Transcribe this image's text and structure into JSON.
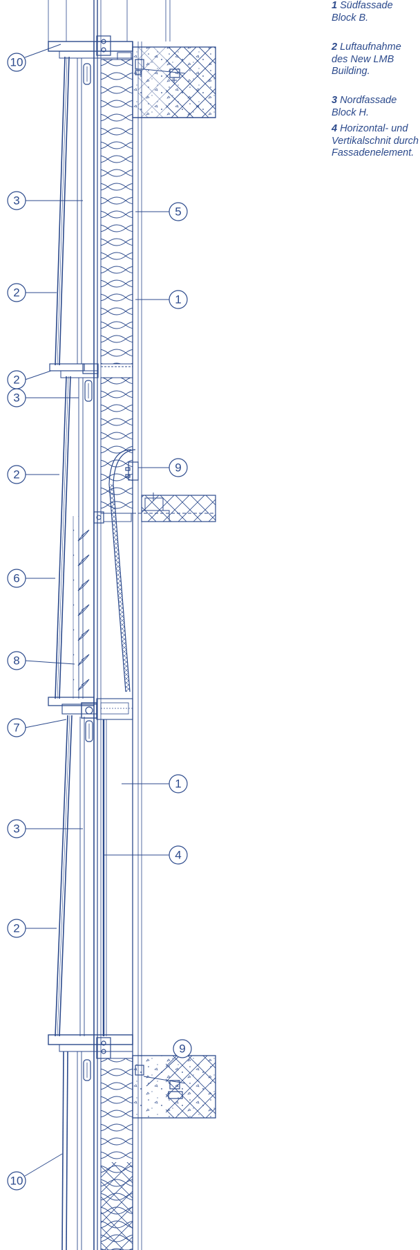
{
  "captions": [
    {
      "num": "1",
      "text": "Südfassade Block B."
    },
    {
      "num": "2",
      "text": "Luftaufnahme des New LMB Building."
    },
    {
      "num": "3",
      "text": "Nordfassade Block H."
    },
    {
      "num": "4",
      "text": "Horizontal- und Vertikalschnit durch Fassadenelement."
    }
  ],
  "callouts": [
    {
      "label": "10"
    },
    {
      "label": "3"
    },
    {
      "label": "5"
    },
    {
      "label": "2"
    },
    {
      "label": "1"
    },
    {
      "label": "2"
    },
    {
      "label": "3"
    },
    {
      "label": "2"
    },
    {
      "label": "9"
    },
    {
      "label": "6"
    },
    {
      "label": "8"
    },
    {
      "label": "7"
    },
    {
      "label": "1"
    },
    {
      "label": "3"
    },
    {
      "label": "4"
    },
    {
      "label": "2"
    },
    {
      "label": "9"
    },
    {
      "label": "10"
    }
  ],
  "colors": {
    "line": "#2c4a8c",
    "line_light": "#7d92c2",
    "background": "#ffffff"
  }
}
